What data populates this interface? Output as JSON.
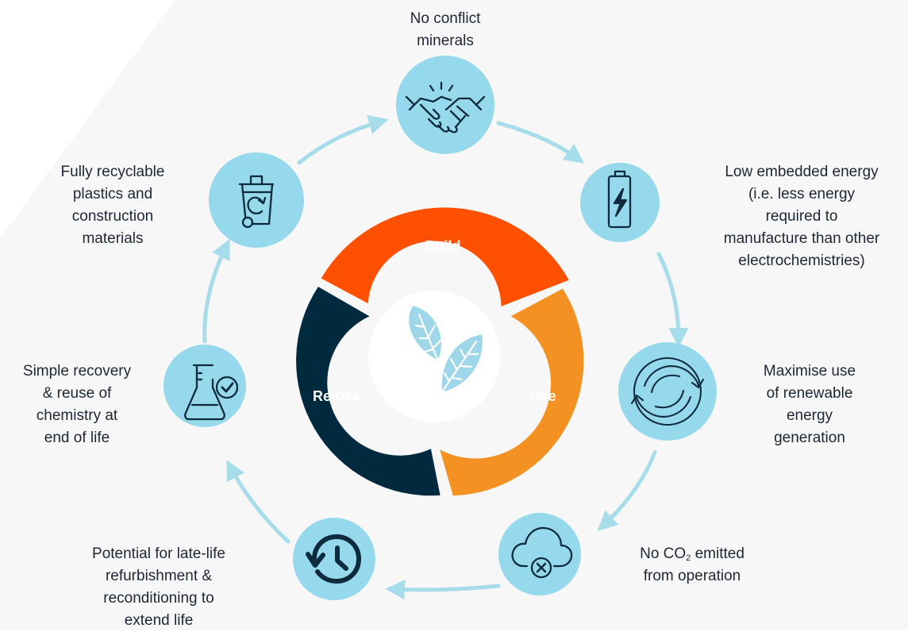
{
  "cycle": {
    "build": "Build",
    "use": "Use",
    "reuse": "Re-use"
  },
  "nodes": [
    {
      "id": "conflict",
      "icon": "handshake-icon",
      "lines": [
        "No conflict",
        "minerals"
      ]
    },
    {
      "id": "energy",
      "icon": "battery-icon",
      "lines": [
        "Low embedded energy",
        "(i.e. less energy",
        "required to",
        "manufacture than other",
        "electrochemistries)"
      ]
    },
    {
      "id": "renewable",
      "icon": "refresh-cycle-icon",
      "lines": [
        "Maximise use",
        "of renewable",
        "energy",
        "generation"
      ]
    },
    {
      "id": "co2",
      "icon": "cloud-cross-icon",
      "line1": {
        "pre": "No CO",
        "sub": "2",
        "post": " emitted"
      },
      "line2": "from operation"
    },
    {
      "id": "refurb",
      "icon": "history-icon",
      "lines": [
        "Potential for late-life",
        "refurbishment &",
        "reconditioning to",
        "extend life"
      ]
    },
    {
      "id": "recovery",
      "icon": "flask-check-icon",
      "lines": [
        "Simple recovery",
        "& reuse of",
        "chemistry at",
        "end of life"
      ]
    },
    {
      "id": "recycle",
      "icon": "recycle-bin-icon",
      "lines": [
        "Fully recyclable",
        "plastics and",
        "construction",
        "materials"
      ]
    }
  ],
  "center_icon": "leaves-icon",
  "colors": {
    "build": "#ff5000",
    "use": "#f39222",
    "reuse": "#022a3f",
    "node": "#97d9ec",
    "icon": "#0e2b3e",
    "arrow": "#a7dcea"
  }
}
